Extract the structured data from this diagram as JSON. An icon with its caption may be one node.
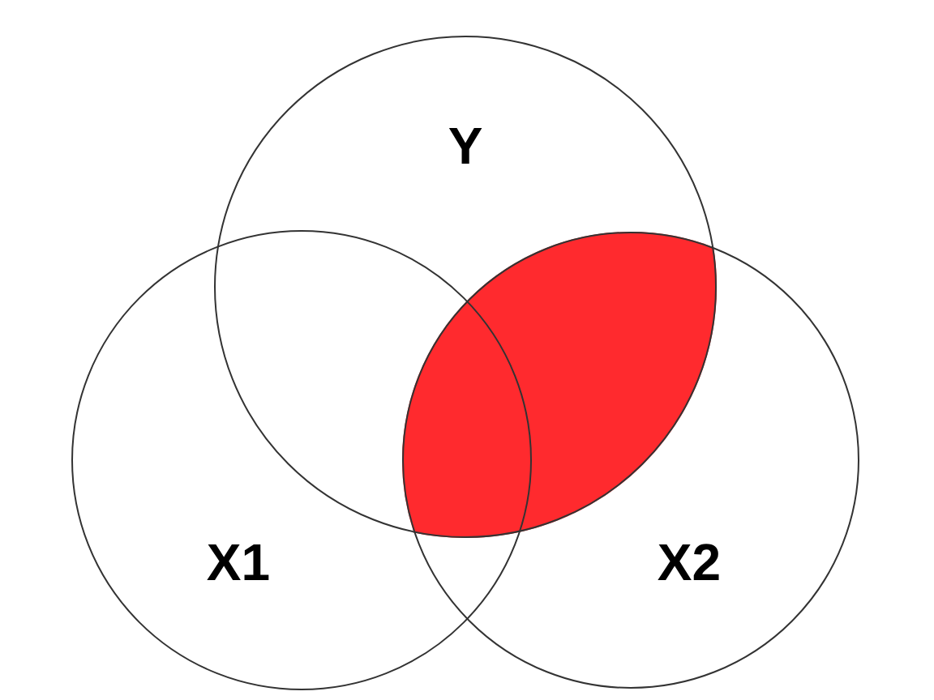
{
  "diagram": {
    "nodes": [
      {
        "text": [
          "Y"
        ]
      },
      {
        "text": [
          "X1"
        ]
      },
      {
        "text": [
          "X2"
        ]
      },
      {
        "text": [],
        "shape": "lens"
      }
    ]
  }
}
